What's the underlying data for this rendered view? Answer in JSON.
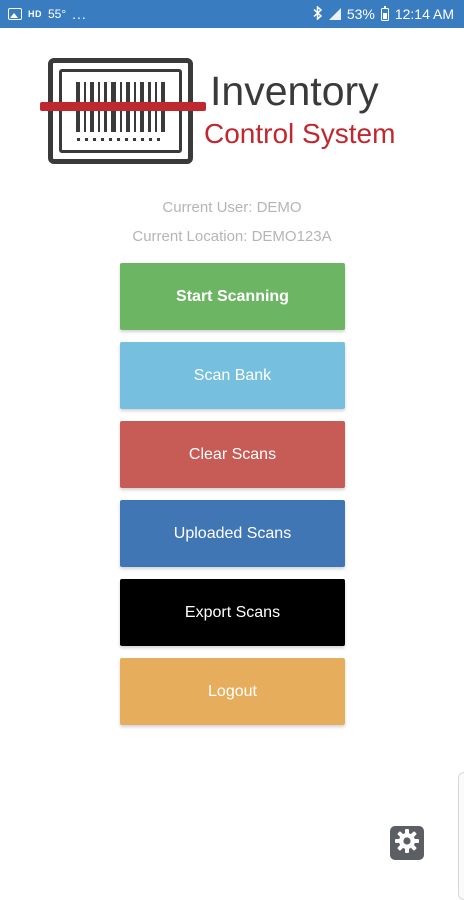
{
  "status_bar": {
    "hd": "HD",
    "temperature": "55°",
    "dots": "...",
    "battery_percent": "53%",
    "time": "12:14 AM",
    "color": "#3a7cc0"
  },
  "logo": {
    "title": "Inventory",
    "subtitle": "Control System",
    "title_color": "#3a3a3a",
    "subtitle_color": "#c0282f"
  },
  "user_info": {
    "current_user": "Current User: DEMO",
    "current_location": "Current Location: DEMO123A"
  },
  "menu": {
    "buttons": [
      {
        "label": "Start Scanning",
        "color": "#6cb563"
      },
      {
        "label": "Scan Bank",
        "color": "#76bfdf"
      },
      {
        "label": "Clear Scans",
        "color": "#c75b55"
      },
      {
        "label": "Uploaded Scans",
        "color": "#3f76b3"
      },
      {
        "label": "Export Scans",
        "color": "#000000"
      },
      {
        "label": "Logout",
        "color": "#e6ae5c"
      }
    ]
  },
  "settings": {
    "icon": "gear-icon"
  }
}
